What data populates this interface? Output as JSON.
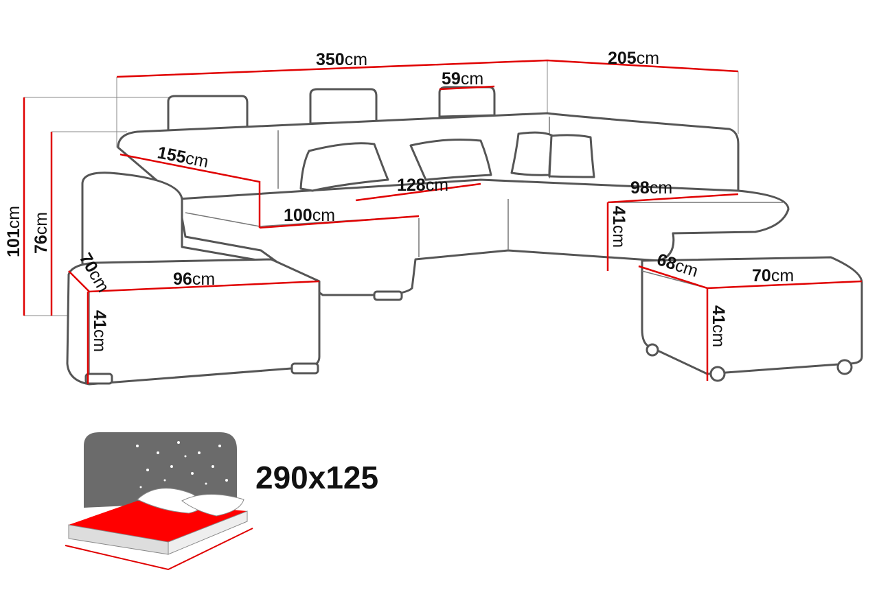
{
  "dimensions": {
    "total_width": {
      "value": "350",
      "unit": "cm"
    },
    "side_width": {
      "value": "205",
      "unit": "cm"
    },
    "headrest": {
      "value": "59",
      "unit": "cm"
    },
    "total_height": {
      "value": "101",
      "unit": "cm"
    },
    "back_height": {
      "value": "76",
      "unit": "cm"
    },
    "left_depth": {
      "value": "155",
      "unit": "cm"
    },
    "middle_seat": {
      "value": "128",
      "unit": "cm"
    },
    "right_seat": {
      "value": "98",
      "unit": "cm"
    },
    "chaise_width": {
      "value": "100",
      "unit": "cm"
    },
    "seat_height_mid": {
      "value": "41",
      "unit": "cm"
    },
    "ottoman_left_depth": {
      "value": "70",
      "unit": "cm"
    },
    "ottoman_left_width": {
      "value": "96",
      "unit": "cm"
    },
    "ottoman_left_height": {
      "value": "41",
      "unit": "cm"
    },
    "ottoman_right_depth": {
      "value": "68",
      "unit": "cm"
    },
    "ottoman_right_width": {
      "value": "70",
      "unit": "cm"
    },
    "ottoman_right_height": {
      "value": "41",
      "unit": "cm"
    }
  },
  "bed": {
    "size": "290x125"
  },
  "colors": {
    "dimension_line": "#e00000",
    "outline": "#555555",
    "bed_sheet": "#ff0000"
  }
}
